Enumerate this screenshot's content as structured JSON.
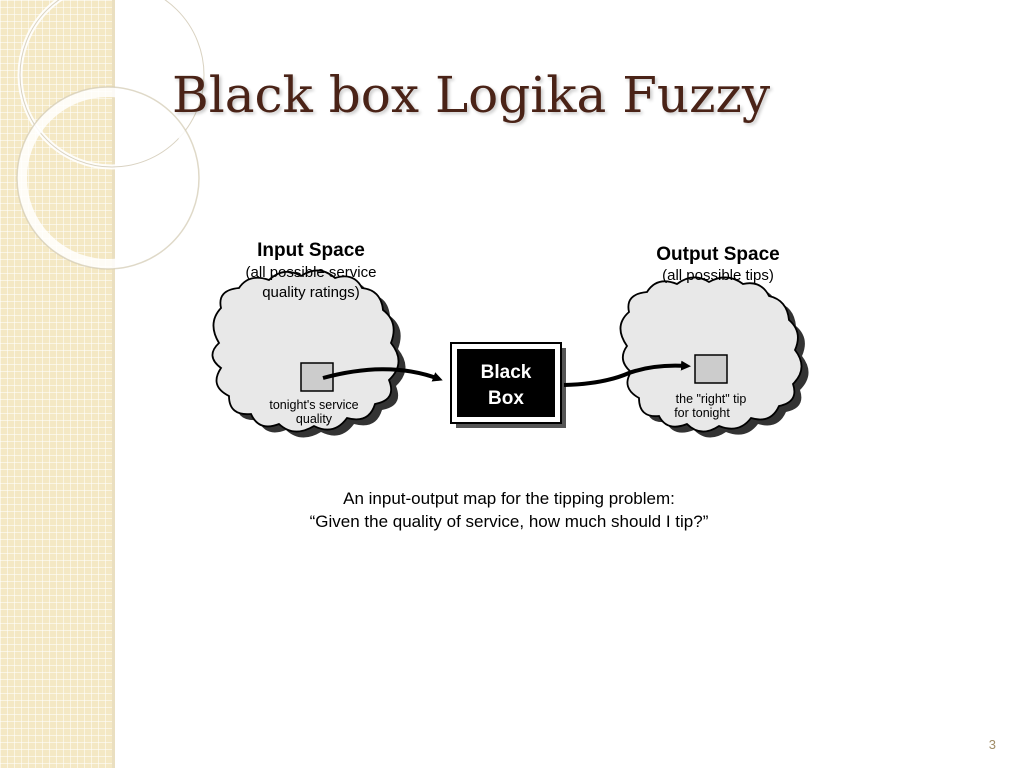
{
  "slide": {
    "title": "Black box Logika Fuzzy",
    "page_number": "3"
  },
  "diagram": {
    "input_space": {
      "title": "Input Space",
      "subtitle_line1": "(all possible service",
      "subtitle_line2": "quality ratings)",
      "item_line1": "tonight's service",
      "item_line2": "quality"
    },
    "black_box": {
      "line1": "Black",
      "line2": "Box"
    },
    "output_space": {
      "title": "Output Space",
      "subtitle_line1": "(all possible tips)",
      "item_line1": "the \"right\" tip",
      "item_line2": "for tonight"
    },
    "caption": {
      "line1": "An input-output map for the tipping problem:",
      "line2": "“Given the quality of service, how much should I tip?”"
    }
  },
  "colors": {
    "title": "#4a2317",
    "sidebar": "#f4e8c4",
    "box_fill": "#000000",
    "square_fill": "#cccccc"
  }
}
